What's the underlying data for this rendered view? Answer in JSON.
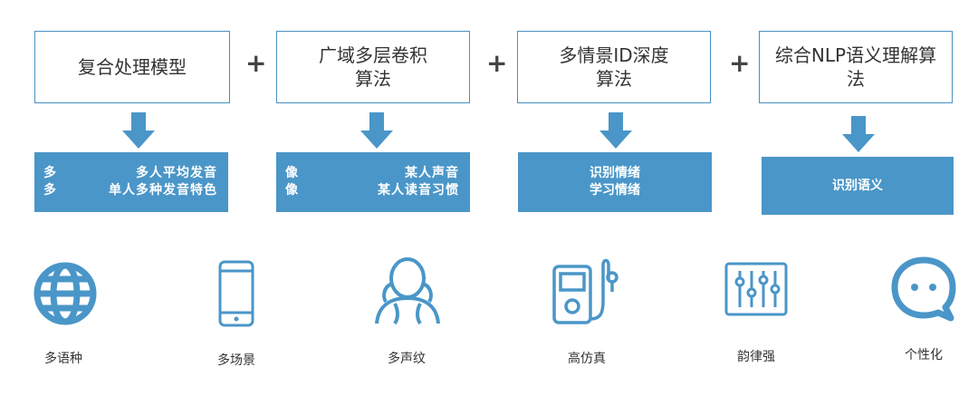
{
  "top_boxes": [
    {
      "text": "复合处理模型"
    },
    {
      "text": "广域多层卷积\n算法"
    },
    {
      "text": "多情景ID深度\n算法"
    },
    {
      "text": "综合NLP语义理解算\n法"
    }
  ],
  "plus_sign": "+",
  "outputs": [
    {
      "rows": [
        {
          "left": "多",
          "right": "多人平均发音"
        },
        {
          "left": "多",
          "right": "单人多种发音特色"
        }
      ]
    },
    {
      "rows": [
        {
          "left": "像",
          "right": "某人声音"
        },
        {
          "left": "像",
          "right": "某人读音习惯"
        }
      ]
    },
    {
      "lines": [
        "识别情绪",
        "学习情绪"
      ]
    },
    {
      "lines": [
        "识别语义"
      ]
    }
  ],
  "features": [
    {
      "icon": "globe-icon",
      "label": "多语种"
    },
    {
      "icon": "phone-icon",
      "label": "多场景"
    },
    {
      "icon": "people-icon",
      "label": "多声纹"
    },
    {
      "icon": "music-player-icon",
      "label": "高仿真"
    },
    {
      "icon": "equalizer-icon",
      "label": "韵律强"
    },
    {
      "icon": "chat-bubble-icon",
      "label": "个性化"
    }
  ],
  "colors": {
    "accent": "#4a96c8",
    "border": "#4a90c2",
    "text": "#333333"
  }
}
